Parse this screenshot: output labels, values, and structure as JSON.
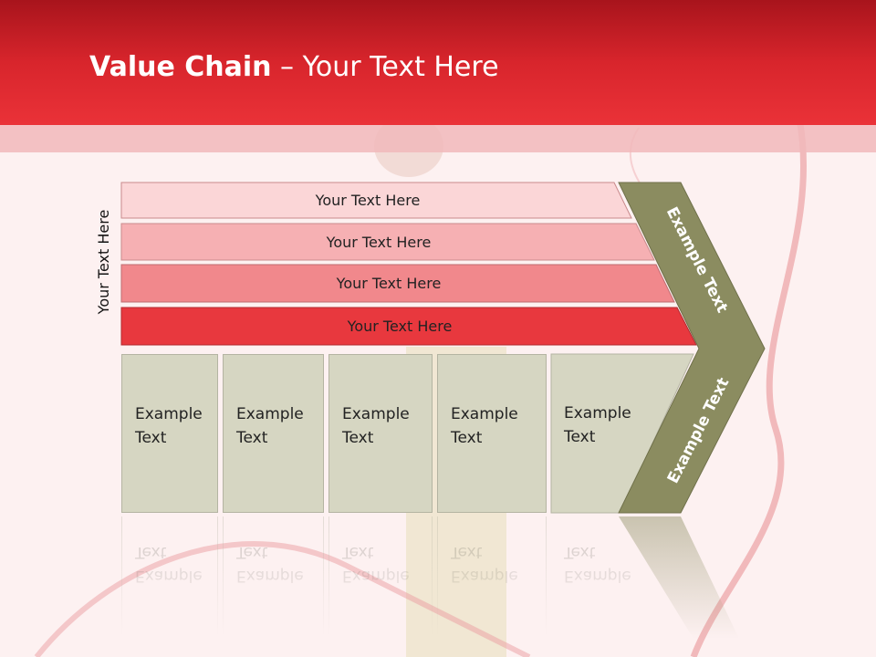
{
  "slide": {
    "title_bold": "Value Chain",
    "title_rest": " – Your Text Here",
    "side_label": "Your Text Here",
    "rows": [
      {
        "label": "Your Text Here",
        "color": "#fbd6d7"
      },
      {
        "label": "Your Text Here",
        "color": "#f6b0b3"
      },
      {
        "label": "Your Text Here",
        "color": "#f1888c"
      },
      {
        "label": "Your Text Here",
        "color": "#e8383e"
      }
    ],
    "boxes": [
      {
        "text": "Example\nText"
      },
      {
        "text": "Example\nText"
      },
      {
        "text": "Example\nText"
      },
      {
        "text": "Example\nText"
      },
      {
        "text": "Example\nText"
      }
    ],
    "chevron_top_label": "Example Text",
    "chevron_bottom_label": "Example Text",
    "colors": {
      "header": "#d8252c",
      "box_fill": "#d6d6c2",
      "chevron": "#8b8c60"
    }
  }
}
